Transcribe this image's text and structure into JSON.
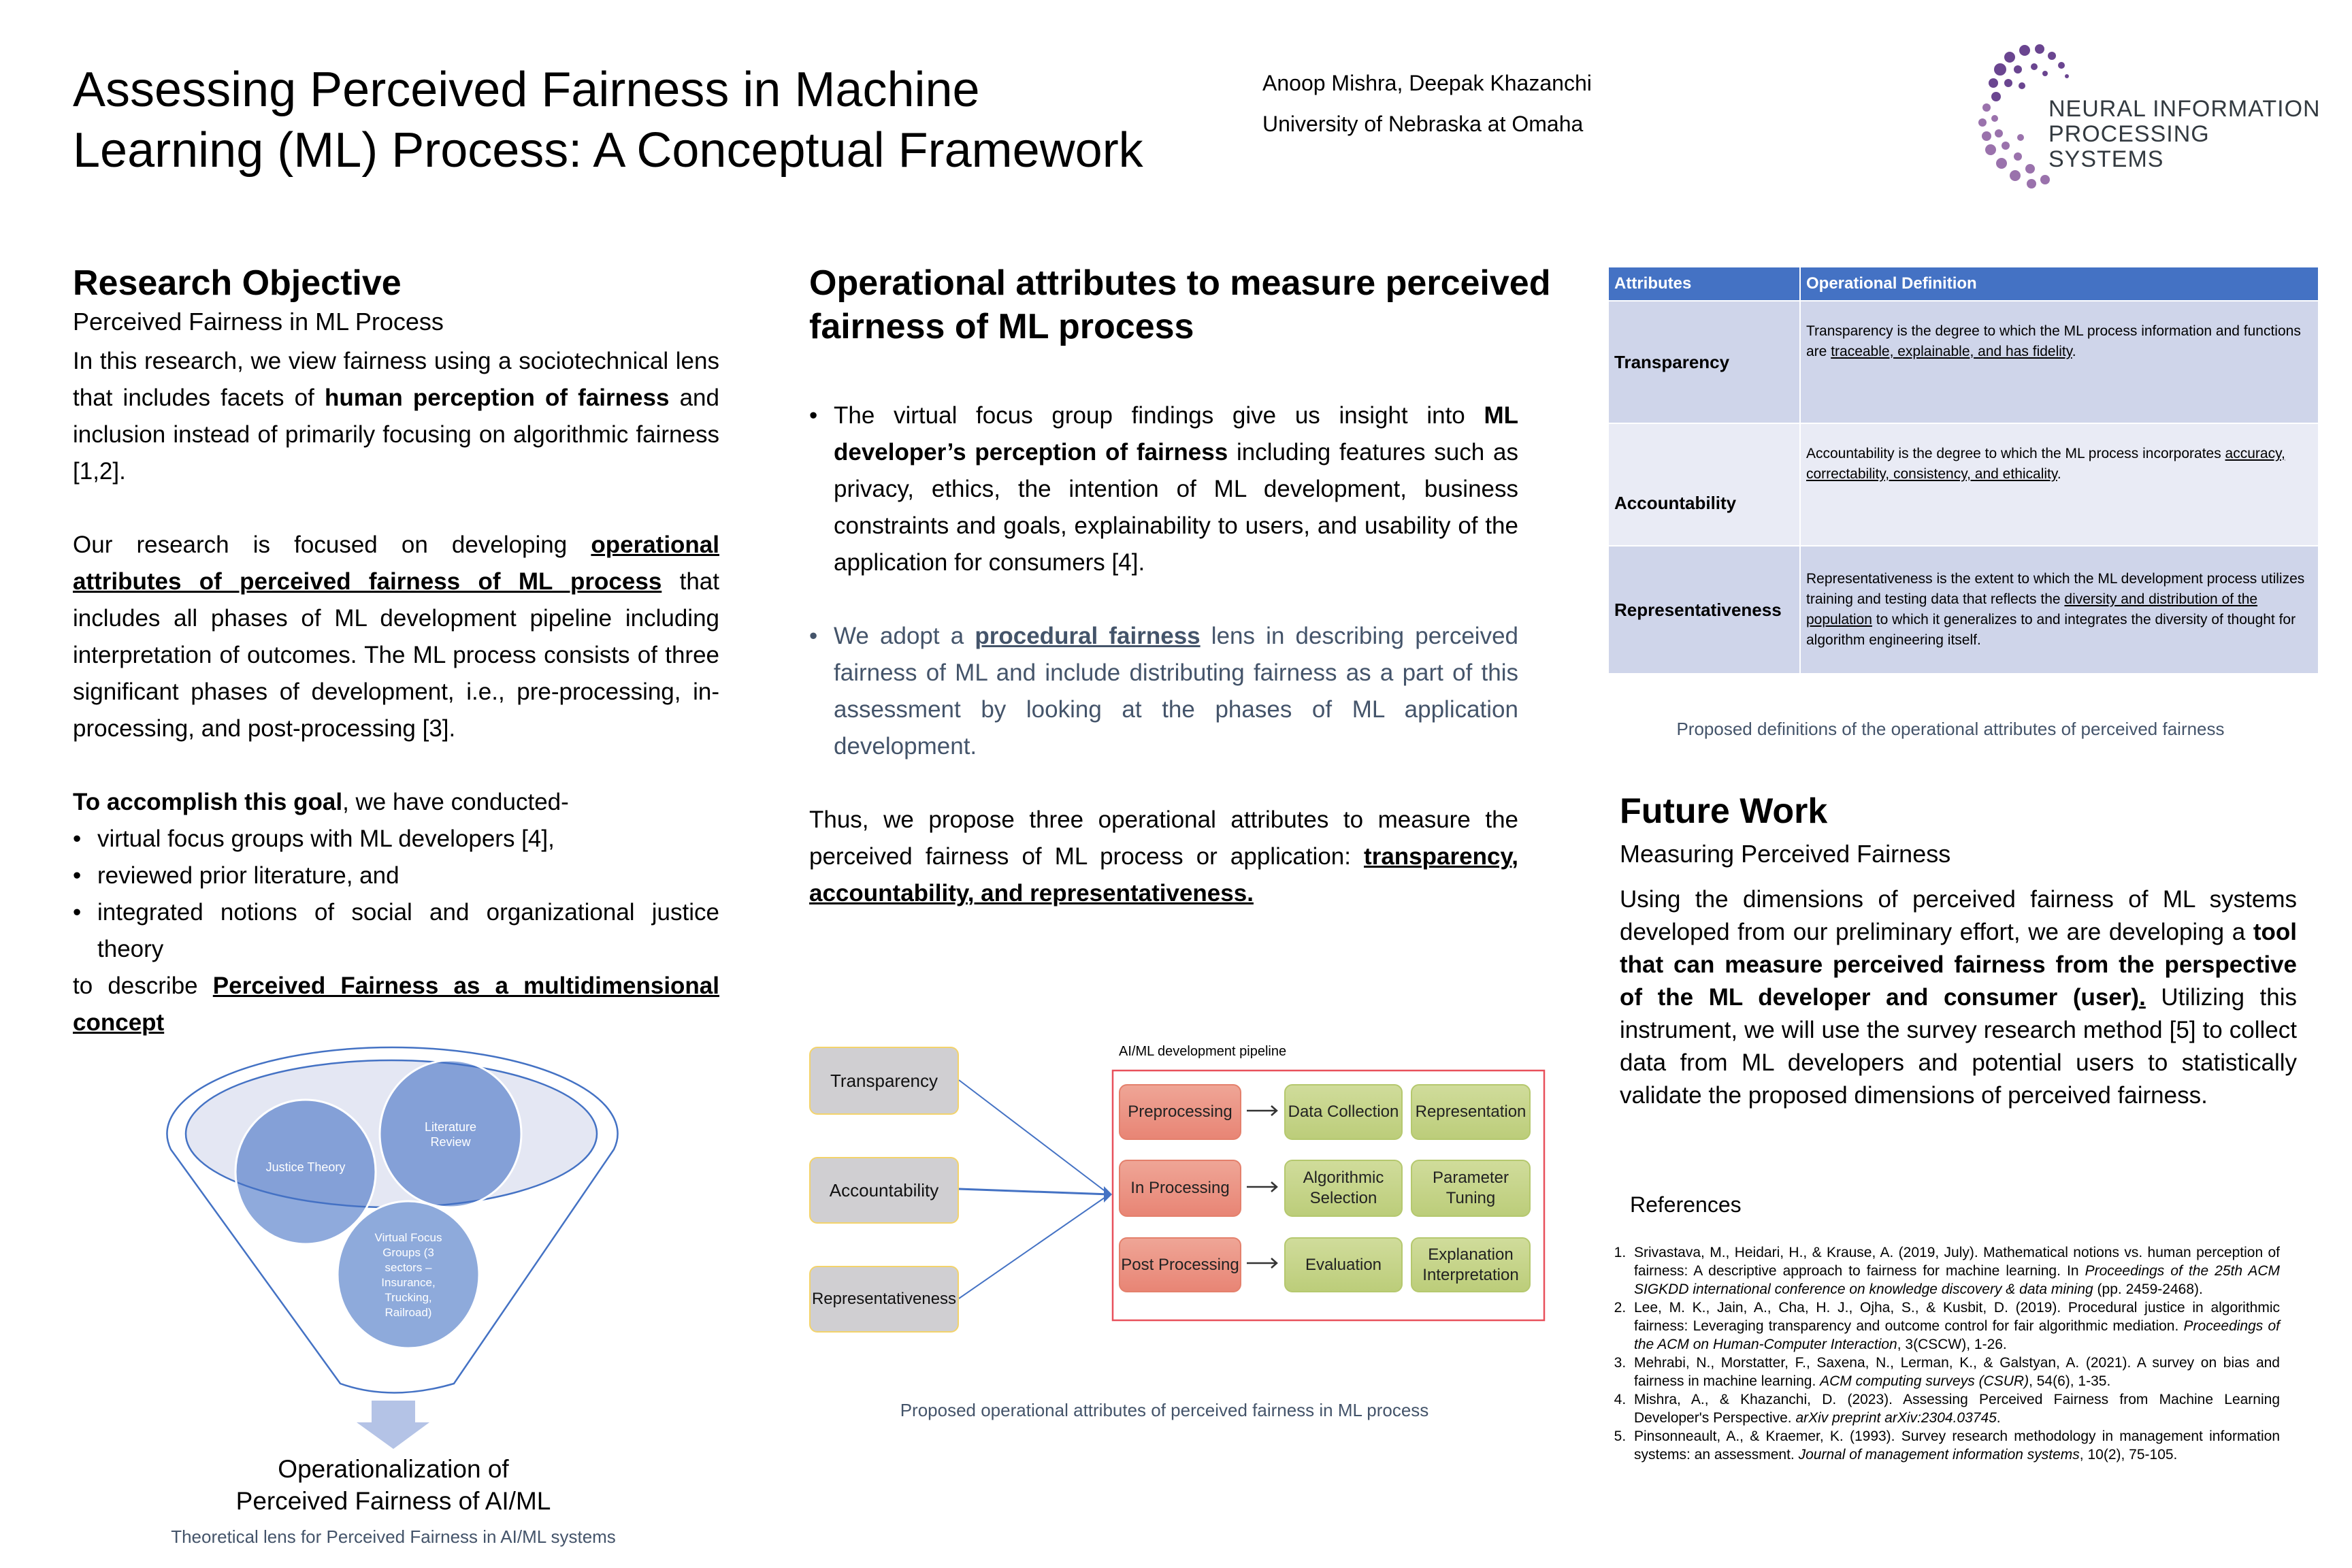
{
  "header": {
    "title_line1": "Assessing Perceived Fairness in Machine",
    "title_line2": "Learning (ML) Process: A Conceptual Framework",
    "authors": "Anoop Mishra, Deepak Khazanchi",
    "affiliation": "University of Nebraska at Omaha",
    "logo_line1": "NEURAL INFORMATION",
    "logo_line2": "PROCESSING SYSTEMS"
  },
  "research": {
    "heading": "Research Objective",
    "subtitle": "Perceived Fairness in ML Process",
    "p1_a": "In this research, we view fairness using a sociotechnical lens that includes facets of ",
    "p1_b": "human perception of fairness",
    "p1_c": " and inclusion instead of primarily focusing on algorithmic fairness [1,2].",
    "p2_a": "Our research is focused on developing ",
    "p2_b": "operational attributes of perceived fairness of ML process",
    "p2_c": " that includes all phases of ML development pipeline including interpretation of outcomes. The ML process consists of three significant phases of development, i.e., pre-processing, in-processing, and post-processing [3].",
    "p3_a": "To accomplish this goal",
    "p3_b": ", we have conducted-",
    "bullets": [
      "virtual focus groups with ML developers [4],",
      "reviewed prior literature, and",
      "integrated notions of social and organizational justice theory"
    ],
    "p4_a": "to describe ",
    "p4_b": "Perceived Fairness as a multidimensional concept",
    "diagram": {
      "circle1": "Justice Theory",
      "circle2": "Literature Review",
      "circle3": "Virtual Focus Groups (3 sectors – Insurance, Trucking, Railroad)",
      "output_line1": "Operationalization of",
      "output_line2": "Perceived Fairness of AI/ML",
      "caption": "Theoretical lens for Perceived Fairness in AI/ML systems"
    }
  },
  "operational": {
    "heading": "Operational attributes to measure perceived fairness of ML process",
    "b1_a": "The virtual focus group findings give us insight into ",
    "b1_b": "ML developer’s perception of fairness",
    "b1_c": " including features such as privacy, ethics, the intention of ML development, business constraints and goals, explainability to users, and usability of the application for consumers [4].",
    "b2_a": "We adopt a ",
    "b2_b": "procedural fairness",
    "b2_c": " lens in describing perceived fairness of ML and include distributing fairness as a part of this assessment by looking at the phases of ML application development.",
    "p_a": "Thus, we propose three operational attributes to measure the perceived fairness of ML process or application: ",
    "p_b": "transparency, accountability, and representativeness.",
    "pipeline": {
      "attributes": [
        "Transparency",
        "Accountability",
        "Representativeness"
      ],
      "title": "AI/ML development pipeline",
      "rows": [
        {
          "phase": "Preprocessing",
          "steps": [
            "Data Collection",
            "Representation"
          ]
        },
        {
          "phase": "In Processing",
          "steps": [
            "Algorithmic Selection",
            "Parameter Tuning"
          ]
        },
        {
          "phase": "Post Processing",
          "steps": [
            "Evaluation",
            "Explanation Interpretation"
          ]
        }
      ],
      "caption": "Proposed operational attributes of perceived fairness in ML process"
    }
  },
  "definitions": {
    "headers": [
      "Attributes",
      "Operational Definition"
    ],
    "rows": [
      {
        "attr": "Transparency",
        "a": "Transparency is the degree to which the ML process information and functions are ",
        "u": "traceable, explainable, and has fidelity",
        "c": ".",
        "d": ""
      },
      {
        "attr": "Accountability",
        "a": "Accountability is the degree to which the ML process incorporates ",
        "u": "accuracy, correctability, consistency, and ethicality",
        "c": ".",
        "d": ""
      },
      {
        "attr": "Representativeness",
        "a": "Representativeness is the extent to which the ML development process utilizes training and testing data that reflects the ",
        "u": "diversity and distribution of the population",
        "c": " to which it generalizes to and integrates the diversity of thought for algorithm engineering itself.",
        "d": ""
      }
    ],
    "caption": "Proposed definitions of the operational attributes of perceived fairness"
  },
  "future": {
    "heading": "Future Work",
    "subtitle": "Measuring Perceived Fairness",
    "p_a": "Using the dimensions of perceived fairness of ML systems developed from our preliminary effort, we are developing a ",
    "p_b": "tool that can measure perceived fairness from the perspective of the ML developer and consumer (user)",
    "p_c": ".",
    "p_d": " Utilizing this instrument, we will use the survey research method [5] to collect data from ML developers and potential users to statistically validate the proposed dimensions of perceived fairness."
  },
  "references": {
    "heading": "References",
    "items": [
      {
        "a": "Srivastava, M., Heidari, H., & Krause, A. (2019, July). Mathematical notions vs. human perception of fairness: A descriptive approach to fairness for machine learning. In ",
        "i": "Proceedings of the 25th ACM SIGKDD international conference on knowledge discovery & data mining",
        "c": " (pp. 2459-2468)."
      },
      {
        "a": "Lee, M. K., Jain, A., Cha, H. J., Ojha, S., & Kusbit, D. (2019). Procedural justice in algorithmic fairness: Leveraging transparency and outcome control for fair algorithmic mediation. ",
        "i": "Proceedings of the ACM on Human-Computer Interaction",
        "c": ", 3(CSCW), 1-26."
      },
      {
        "a": "Mehrabi, N., Morstatter, F., Saxena, N., Lerman, K., & Galstyan, A. (2021). A survey on bias and fairness in machine learning. ",
        "i": "ACM computing surveys (CSUR)",
        "c": ", 54(6), 1-35."
      },
      {
        "a": "Mishra, A., & Khazanchi, D. (2023). Assessing Perceived Fairness from Machine Learning Developer's Perspective. ",
        "i": "arXiv preprint arXiv:2304.03745",
        "c": "."
      },
      {
        "a": "Pinsonneault, A., & Kraemer, K. (1993). Survey research methodology in management information systems: an assessment. ",
        "i": "Journal of management information systems",
        "c": ", 10(2), 75-105."
      }
    ]
  },
  "colors": {
    "table_header": "#4472c4",
    "row_dark": "#cfd5ea",
    "row_light": "#e9ebf5",
    "logo_purple": "#6a4590",
    "caption": "#44546a"
  }
}
